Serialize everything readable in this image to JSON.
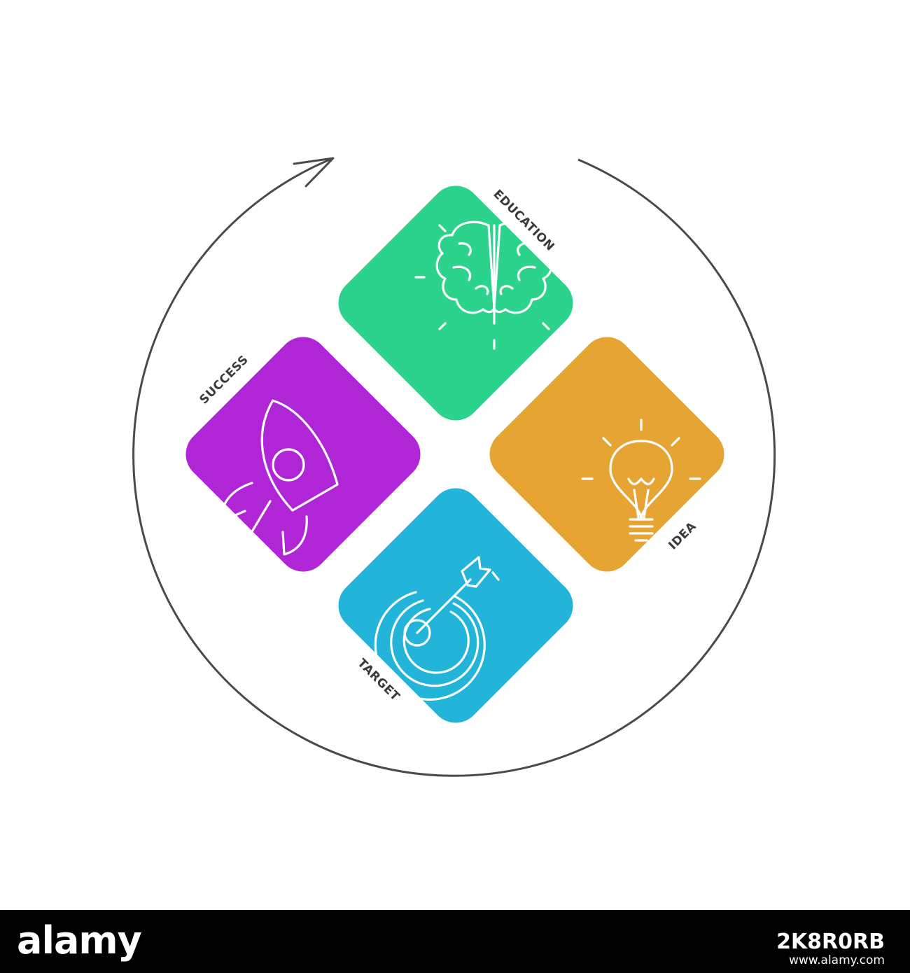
{
  "colors": {
    "education": "#2bd38c",
    "success": "#b026d7",
    "idea": "#e6a432",
    "target": "#23b4d9",
    "cycle": "#4a4a4a",
    "label": "#3a3a3a"
  },
  "tiles": {
    "education": {
      "label": "EDUCATION",
      "icon": "brain-icon"
    },
    "success": {
      "label": "SUCCESS",
      "icon": "rocket-icon"
    },
    "idea": {
      "label": "IDEA",
      "icon": "lightbulb-icon"
    },
    "target": {
      "label": "TARGET",
      "icon": "target-icon"
    }
  },
  "footer": {
    "brand": "alamy",
    "image_id": "2K8R0RB",
    "url": "www.alamy.com"
  }
}
